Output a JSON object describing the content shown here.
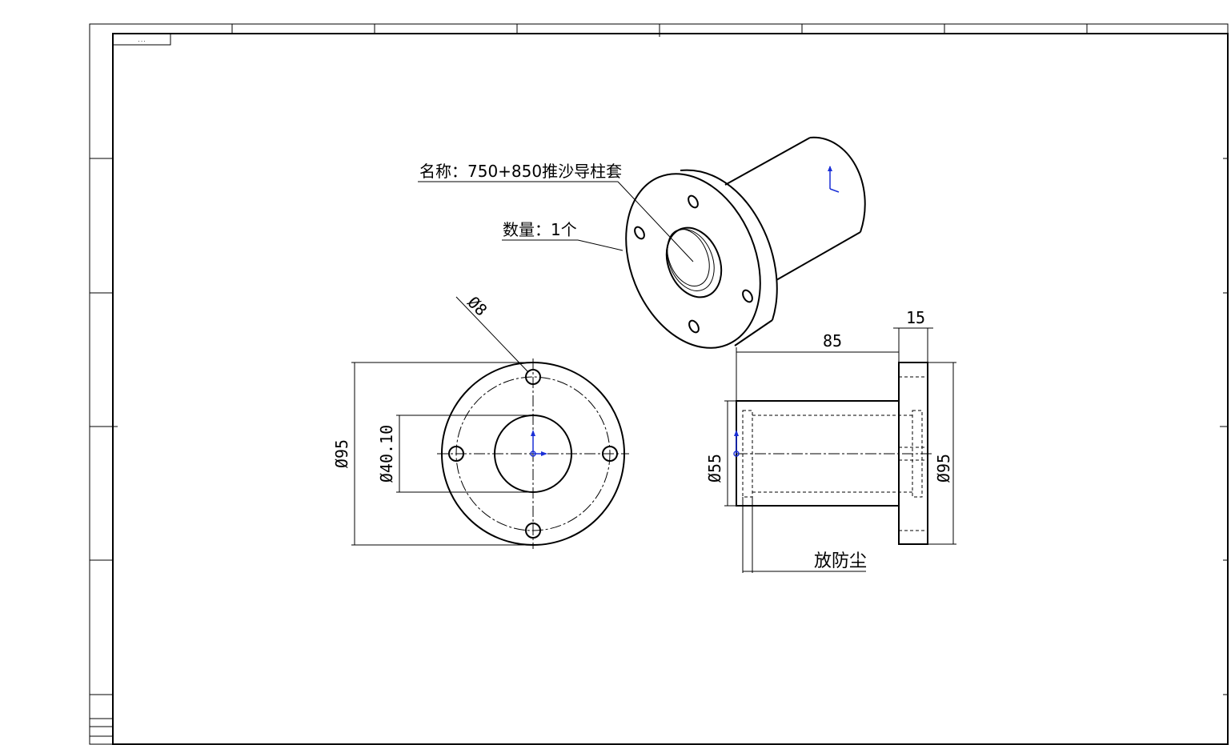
{
  "title_block_label": "...",
  "annotations": {
    "name": "名称：750+850推沙导柱套",
    "quantity": "数量：1个",
    "note": "放防尘"
  },
  "dimensions": {
    "hole_dia": "Ø8",
    "outer_dia_left": "Ø95",
    "inner_dia": "Ø40.10",
    "length": "85",
    "flange_thickness": "15",
    "body_dia": "Ø55",
    "outer_dia_right": "Ø95"
  },
  "colors": {
    "line": "#000000",
    "axis_marker": "#1a2fd6"
  }
}
